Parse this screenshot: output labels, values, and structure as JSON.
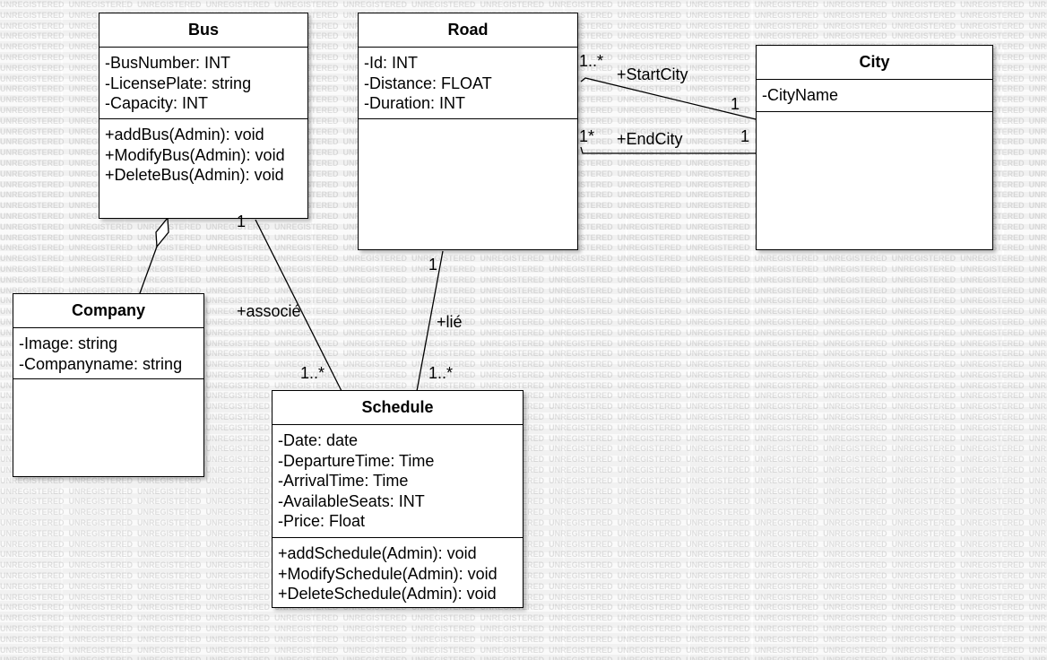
{
  "watermark_text": "UNREGISTERED",
  "classes": {
    "bus": {
      "name": "Bus",
      "attributes": [
        "-BusNumber: INT",
        "-LicensePlate: string",
        "-Capacity: INT"
      ],
      "operations": [
        "+addBus(Admin): void",
        "+ModifyBus(Admin): void",
        "+DeleteBus(Admin): void"
      ]
    },
    "road": {
      "name": "Road",
      "attributes": [
        "-Id: INT",
        "-Distance: FLOAT",
        "-Duration: INT"
      ],
      "operations": []
    },
    "city": {
      "name": "City",
      "attributes": [
        "-CityName"
      ],
      "operations": []
    },
    "company": {
      "name": "Company",
      "attributes": [
        "-Image: string",
        "-Companyname: string"
      ],
      "operations": []
    },
    "schedule": {
      "name": "Schedule",
      "attributes": [
        "-Date: date",
        "-DepartureTime: Time",
        "-ArrivalTime: Time",
        "-AvailableSeats: INT",
        "-Price: Float"
      ],
      "operations": [
        "+addSchedule(Admin): void",
        "+ModifySchedule(Admin): void",
        "+DeleteSchedule(Admin): void"
      ]
    }
  },
  "associations": {
    "start_city": {
      "role": "+StartCity",
      "road_multiplicity": "1..*",
      "city_multiplicity": "1"
    },
    "end_city": {
      "role": "+EndCity",
      "road_multiplicity": "1*",
      "city_multiplicity": "1"
    },
    "bus_schedule": {
      "role": "+associé",
      "bus_multiplicity": "1",
      "schedule_multiplicity": "1..*"
    },
    "road_schedule": {
      "role": "+lié",
      "road_multiplicity": "1",
      "schedule_multiplicity": "1..*"
    },
    "company_bus": {
      "kind": "aggregation"
    }
  }
}
